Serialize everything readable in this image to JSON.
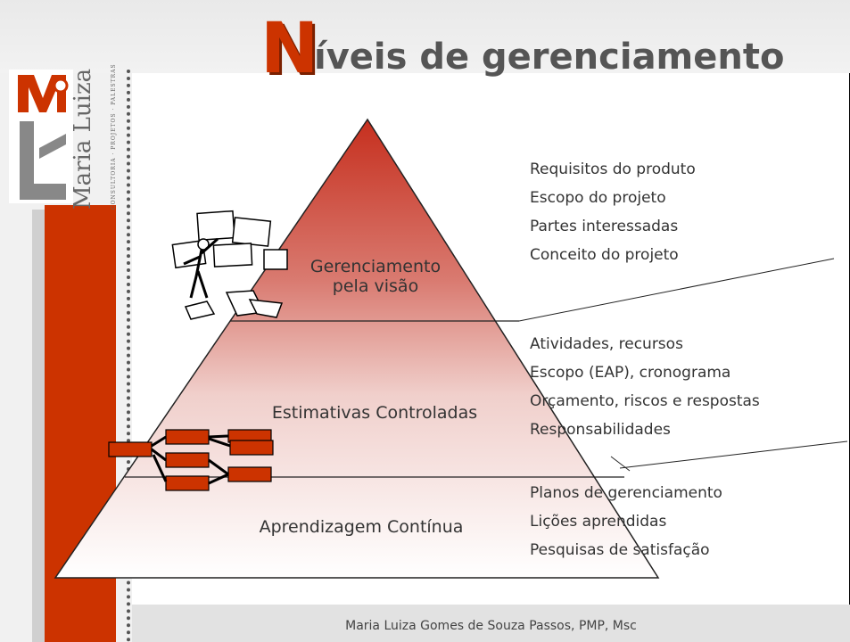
{
  "title": {
    "initial": "N",
    "rest": "íveis de gerenciamento"
  },
  "logo": {
    "name": "Maria Luiza",
    "tagline": "CONSULTORIA · PROJETOS · PALESTRAS"
  },
  "levels": [
    {
      "label_line1": "Gerenciamento",
      "label_line2": "pela visão",
      "items": [
        "Requisitos do produto",
        "Escopo do projeto",
        "Partes interessadas",
        "Conceito do projeto"
      ]
    },
    {
      "label": "Estimativas Controladas",
      "items": [
        "Atividades, recursos",
        "Escopo (EAP), cronograma",
        "Orçamento, riscos e respostas",
        "Responsabilidades"
      ]
    },
    {
      "label": "Aprendizagem Contínua",
      "items": [
        "Planos de gerenciamento",
        "Lições aprendidas",
        "Pesquisas de satisfação"
      ]
    }
  ],
  "footer": {
    "author": "Maria Luiza Gomes de Souza Passos, PMP, Msc"
  },
  "colors": {
    "accent": "#cc3300",
    "text": "#333333"
  }
}
